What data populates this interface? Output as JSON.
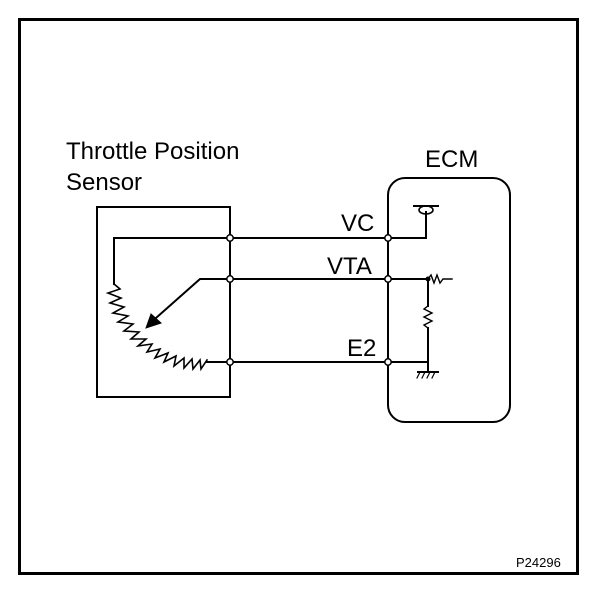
{
  "diagram": {
    "sensor_title_line1": "Throttle Position",
    "sensor_title_line2": "Sensor",
    "ecm_label": "ECM",
    "terminals": [
      "VC",
      "VTA",
      "E2"
    ],
    "figure_id": "P24296"
  }
}
